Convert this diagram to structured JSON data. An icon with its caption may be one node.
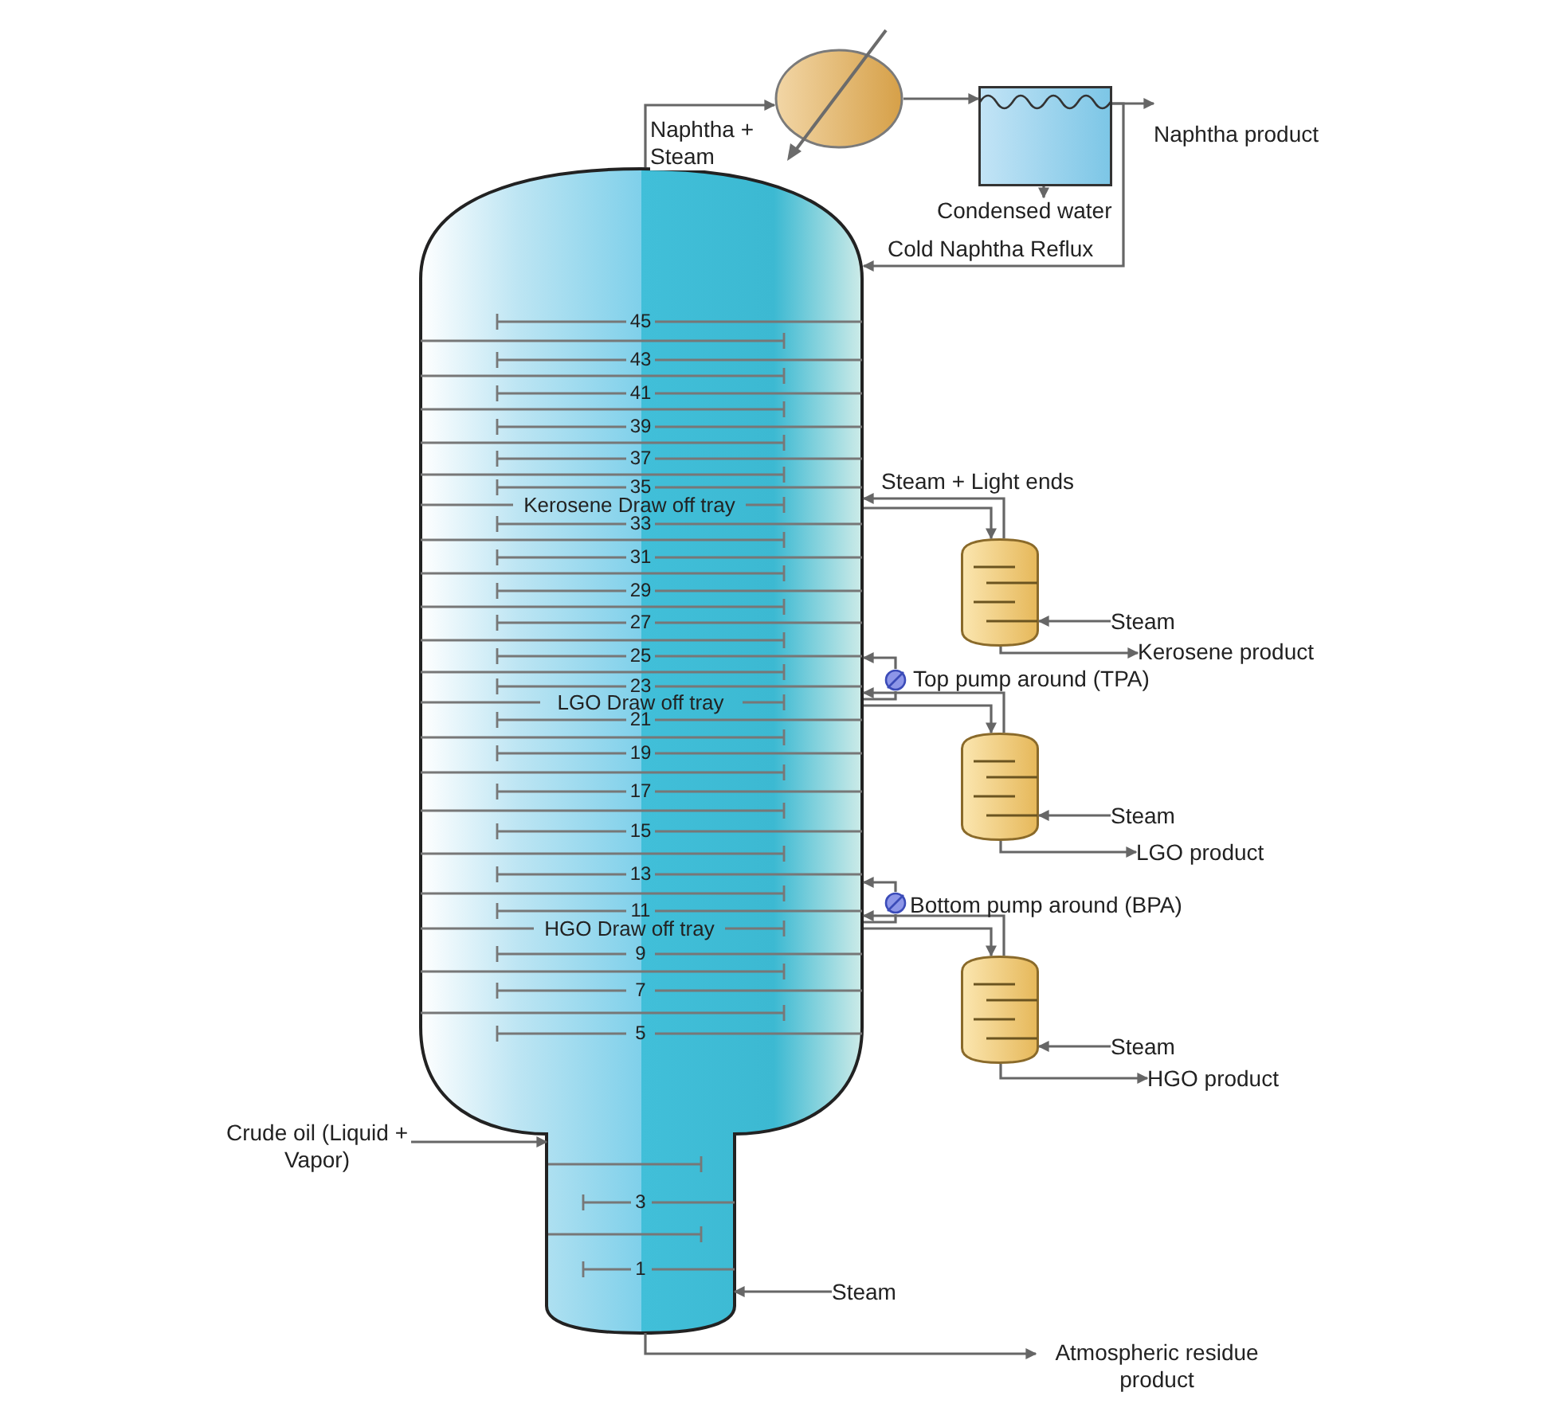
{
  "diagram": {
    "nodes": [
      {
        "text": [],
        "shape": "circle"
      },
      {
        "text": [],
        "shape": "box"
      },
      {
        "text": [
          "Naphtha product"
        ]
      },
      {
        "text": [
          "Condensed water"
        ]
      },
      {
        "text": [],
        "shape": "cylinder"
      },
      {
        "text": [],
        "shape": "cylinder"
      },
      {
        "text": [
          "Steam"
        ]
      },
      {
        "text": [
          "Kerosene product"
        ]
      },
      {
        "text": [],
        "shape": "circle",
        "beside": [
          "Top pump around (TPA)"
        ]
      },
      {
        "text": [],
        "shape": "cylinder"
      },
      {
        "text": [
          "Steam"
        ]
      },
      {
        "text": [
          "LGO product"
        ]
      },
      {
        "text": [],
        "shape": "circle",
        "beside": [
          "Bottom pump around (BPA)"
        ]
      },
      {
        "text": [],
        "shape": "cylinder"
      },
      {
        "text": [
          "Steam"
        ]
      },
      {
        "text": [
          "HGO product"
        ]
      },
      {
        "text": [
          "Crude oil (Liquid + Vapor)"
        ]
      },
      {
        "text": [
          "Steam"
        ]
      },
      {
        "text": [
          "Atmospheric residue product"
        ]
      }
    ],
    "edges": [
      {
        "from": 4,
        "to": 0,
        "arrow": "to",
        "label": "Naphtha + Steam"
      },
      {
        "from": 0,
        "to": 1,
        "arrow": "to"
      },
      {
        "from": 1,
        "to": 2,
        "arrow": "to"
      },
      {
        "from": 1,
        "to": 4,
        "arrow": "to",
        "label": "Cold Naphtha Reflux"
      },
      {
        "from": 1,
        "to": 3,
        "arrow": "to"
      },
      {
        "from": 4,
        "to": 5,
        "arrow": "to"
      },
      {
        "from": 5,
        "to": 4,
        "arrow": "to",
        "label": "Steam + Light ends"
      },
      {
        "from": 6,
        "to": 5,
        "arrow": "to"
      },
      {
        "from": 5,
        "to": 7,
        "arrow": "to"
      },
      {
        "from": 4,
        "to": 8,
        "arrow": "none"
      },
      {
        "from": 8,
        "to": 4,
        "arrow": "to"
      },
      {
        "from": 4,
        "to": 9,
        "arrow": "to"
      },
      {
        "from": 9,
        "to": 4,
        "arrow": "to"
      },
      {
        "from": 10,
        "to": 9,
        "arrow": "to"
      },
      {
        "from": 9,
        "to": 11,
        "arrow": "to"
      },
      {
        "from": 4,
        "to": 12,
        "arrow": "none"
      },
      {
        "from": 12,
        "to": 4,
        "arrow": "to"
      },
      {
        "from": 4,
        "to": 13,
        "arrow": "to"
      },
      {
        "from": 13,
        "to": 4,
        "arrow": "to"
      },
      {
        "from": 14,
        "to": 13,
        "arrow": "to"
      },
      {
        "from": 13,
        "to": 15,
        "arrow": "to"
      },
      {
        "from": 16,
        "to": 4,
        "arrow": "to"
      },
      {
        "from": 17,
        "to": 4,
        "arrow": "to"
      },
      {
        "from": 4,
        "to": 18,
        "arrow": "to"
      }
    ],
    "labels": [
      "45",
      "43",
      "41",
      "39",
      "37",
      "35",
      "Kerosene Draw off tray",
      "33",
      "31",
      "29",
      "27",
      "25",
      "23",
      "LGO Draw off tray",
      "21",
      "19",
      "17",
      "15",
      "13",
      "11",
      "HGO Draw off tray",
      "9",
      "7",
      "5",
      "3",
      "1"
    ]
  }
}
